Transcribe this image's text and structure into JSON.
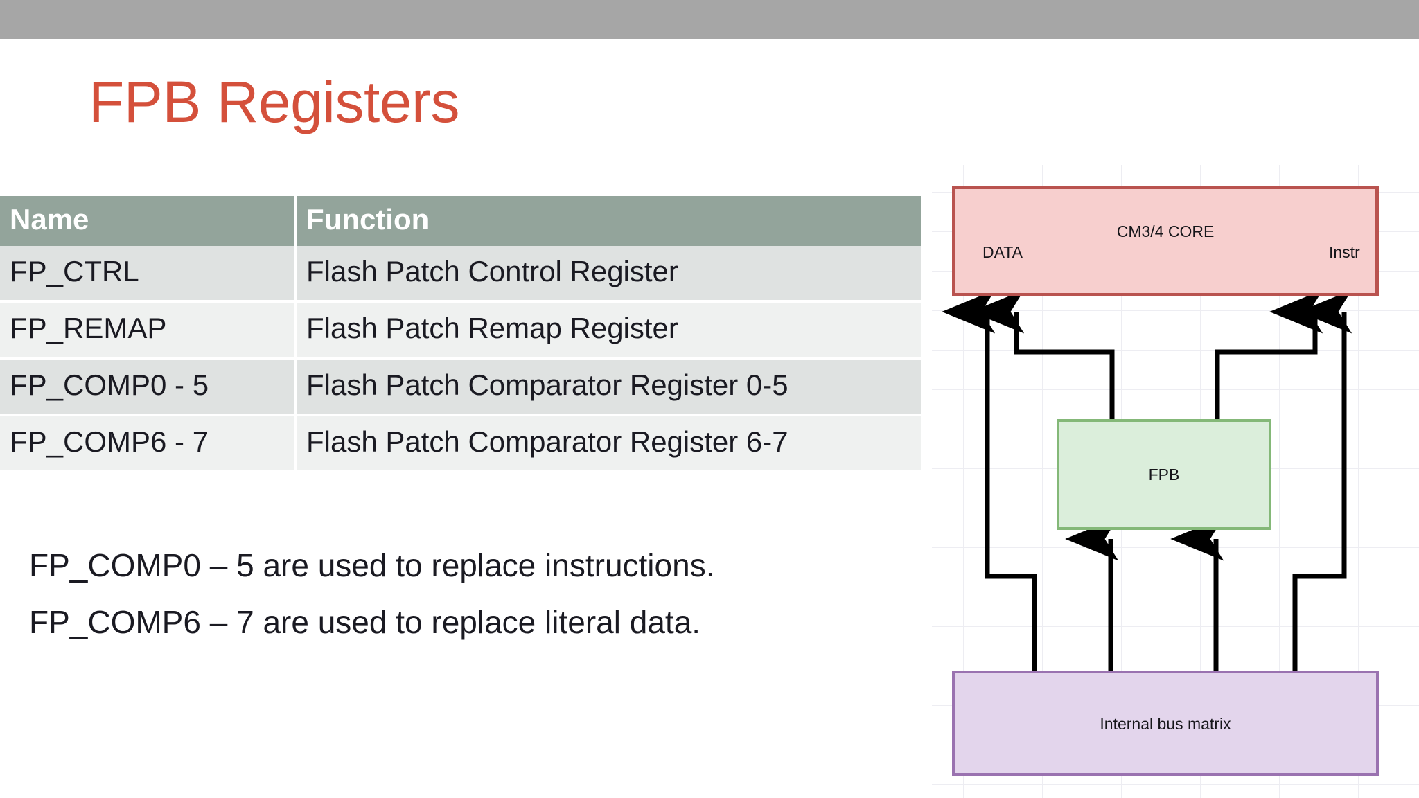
{
  "slide": {
    "title": "FPB Registers",
    "title_color": "#d4503b",
    "top_bar_color": "#a6a6a6"
  },
  "table": {
    "header_bg": "#93a49b",
    "columns": [
      "Name",
      "Function"
    ],
    "rows": [
      {
        "name": "FP_CTRL",
        "function": "Flash Patch Control Register"
      },
      {
        "name": "FP_REMAP",
        "function": "Flash Patch Remap Register"
      },
      {
        "name": "FP_COMP0 - 5",
        "function": "Flash Patch Comparator Register 0-5"
      },
      {
        "name": "FP_COMP6 - 7",
        "function": "Flash Patch Comparator Register 6-7"
      }
    ]
  },
  "notes": [
    "FP_COMP0 – 5 are used to replace instructions.",
    "FP_COMP6 – 7 are used to replace literal data."
  ],
  "diagram": {
    "blocks": {
      "core": {
        "title": "CM3/4 CORE",
        "left_port": "DATA",
        "right_port": "Instr",
        "fill": "#f7cfce",
        "stroke": "#b9534f"
      },
      "fpb": {
        "title": "FPB",
        "fill": "#dbeedb",
        "stroke": "#84b878"
      },
      "bus": {
        "title": "Internal bus matrix",
        "fill": "#e3d5ec",
        "stroke": "#9a72b0"
      }
    },
    "connector_color": "#000000"
  }
}
